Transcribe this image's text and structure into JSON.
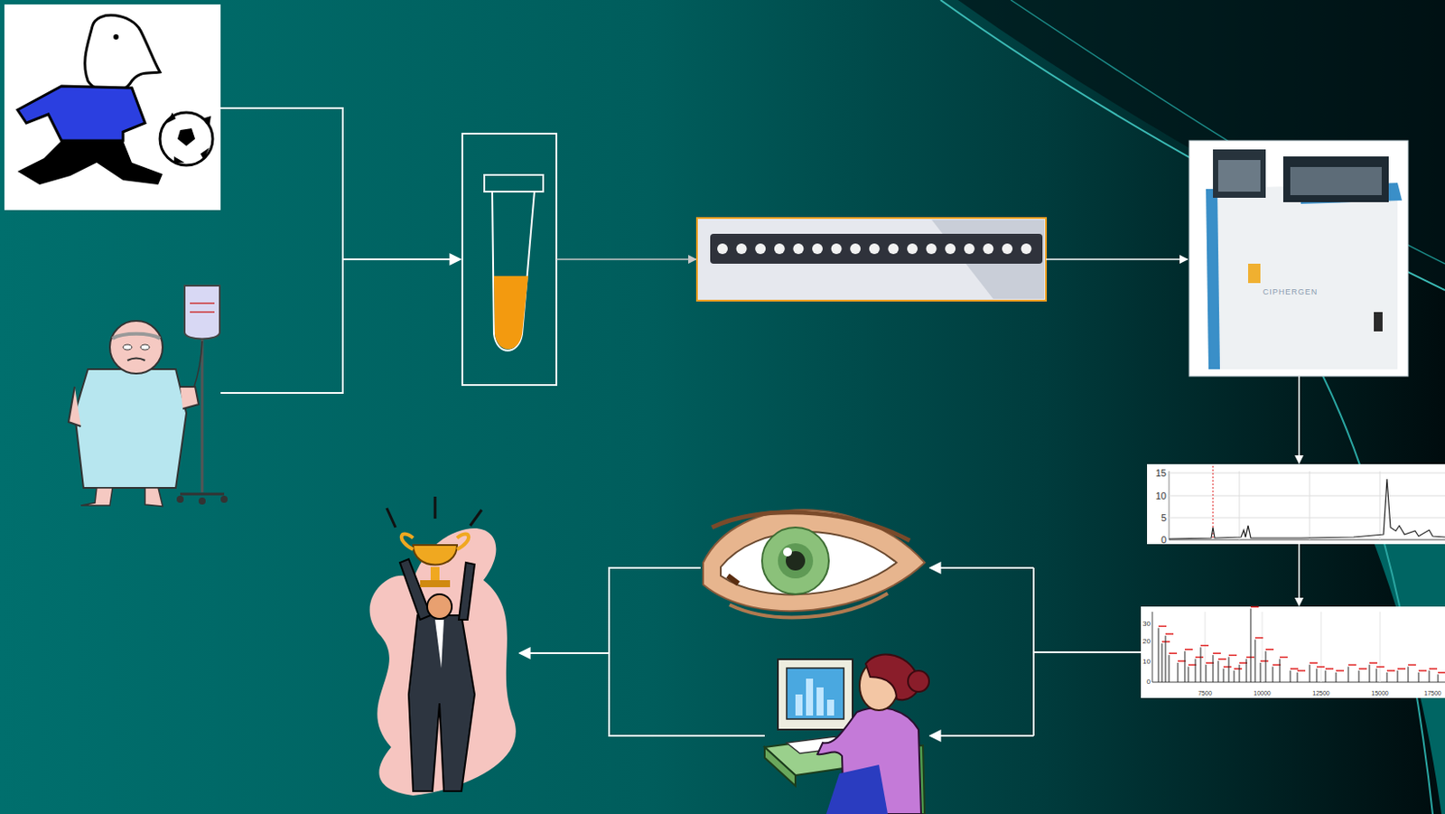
{
  "diagram": {
    "nodes": [
      {
        "text": [
          "CIPHERGEN"
        ]
      },
      {
        "text": [
          "15",
          "10",
          "5",
          "0"
        ]
      },
      {
        "text": [
          "30",
          "20",
          "10",
          "0",
          "7500",
          "10000",
          "12500",
          "15000",
          "17500"
        ]
      }
    ],
    "edges": [
      {
        "from": 0,
        "to": 1,
        "arrow": "to"
      },
      {
        "from": 1,
        "to": 2,
        "arrow": "to"
      }
    ]
  }
}
